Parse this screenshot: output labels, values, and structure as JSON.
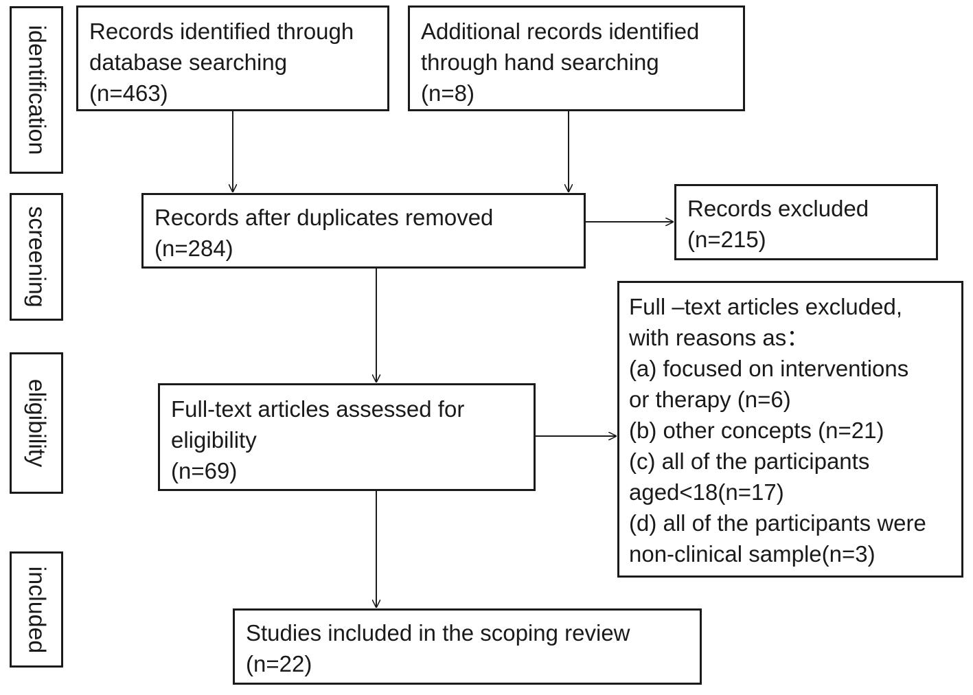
{
  "stages": {
    "identification": "identification",
    "screening": "screening",
    "eligibility": "eligibility",
    "included": "included"
  },
  "boxes": {
    "database": [
      "Records identified through",
      "database searching",
      "(n=463)"
    ],
    "hand": [
      "Additional records identified",
      "through hand searching",
      "(n=8)"
    ],
    "duplicates": [
      "Records after duplicates removed",
      "(n=284)"
    ],
    "excluded": [
      "Records excluded",
      "(n=215)"
    ],
    "fulltext": [
      "Full-text articles assessed for",
      "eligibility",
      "(n=69)"
    ],
    "fulltext_excluded": [
      "Full –text articles excluded,",
      "with reasons as：",
      "(a) focused on interventions",
      "or therapy (n=6)",
      "(b) other concepts (n=21)",
      "(c) all of the participants",
      "aged<18(n=17)",
      "(d) all of the participants were",
      "non-clinical sample(n=3)"
    ],
    "included": [
      "Studies included in the scoping review",
      "(n=22)"
    ]
  }
}
